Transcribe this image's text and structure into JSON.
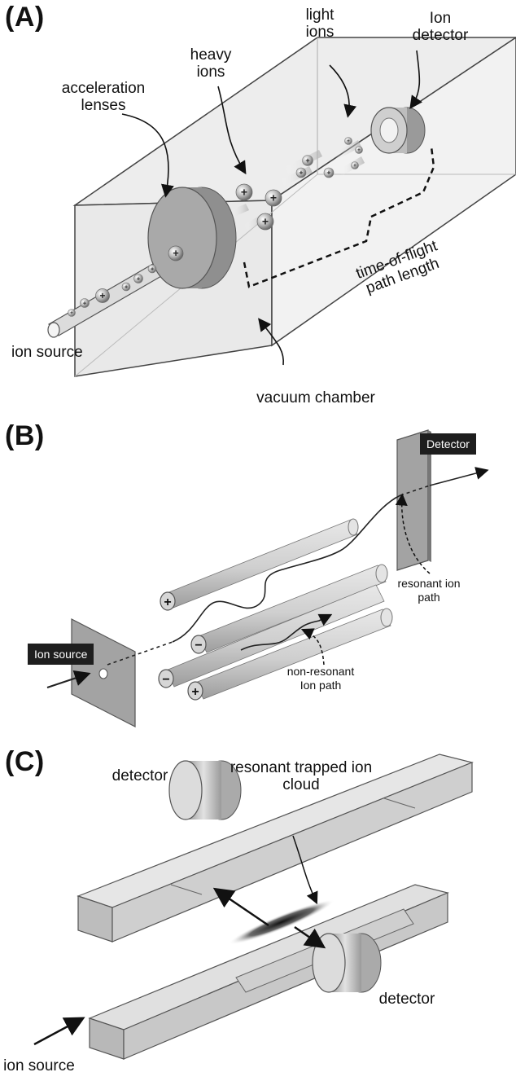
{
  "panel_a": {
    "letter": "(A)",
    "acceleration_lenses": "acceleration lenses",
    "heavy_ions": "heavy ions",
    "light_ions": "light ions",
    "ion_detector": "Ion detector",
    "tof_path": "time-of-flight path length",
    "ion_source": "ion source",
    "vacuum_chamber": "vacuum chamber",
    "ion_charge": "+"
  },
  "panel_b": {
    "letter": "(B)",
    "detector": "Detector",
    "ion_source": "Ion source",
    "resonant_path": "resonant ion path",
    "non_resonant_path": "non-resonant Ion path",
    "plus": "+",
    "minus": "−"
  },
  "panel_c": {
    "letter": "(C)",
    "resonant_cloud": "resonant trapped ion cloud",
    "detector_left": "detector",
    "detector_right": "detector",
    "ion_source": "ion source"
  },
  "colors": {
    "rod": "#d4d4d4",
    "plate": "#9c9c9c",
    "label_box": "#1e1e1e",
    "chamber": "#f2f2f2"
  }
}
